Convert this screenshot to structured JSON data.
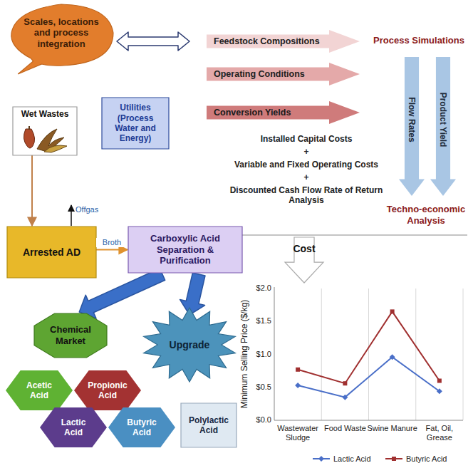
{
  "diagram": {
    "nodes": [
      {
        "text": [
          "Scales, locations and process integration"
        ]
      },
      {
        "text": [
          "Feedstock Compositions"
        ]
      },
      {
        "text": [
          "Operating Conditions"
        ]
      },
      {
        "text": [
          "Conversion Yields"
        ]
      },
      {
        "text": [
          "Flow Rates"
        ]
      },
      {
        "text": [
          "Product Yield"
        ]
      },
      {
        "text": [
          "Wet Wastes"
        ]
      },
      {
        "text": [
          "Utilities (Process Water and Energy)"
        ]
      },
      {
        "text": [
          "Arrested AD"
        ]
      },
      {
        "text": [
          "Carboxylic Acid Separation & Purification"
        ]
      },
      {
        "text": [
          "Chemical Market"
        ]
      },
      {
        "text": [
          "Upgrade"
        ]
      },
      {
        "text": [
          "Acetic Acid"
        ]
      },
      {
        "text": [
          "Propionic Acid"
        ]
      },
      {
        "text": [
          "Lactic Acid"
        ]
      },
      {
        "text": [
          "Butyric Acid"
        ]
      },
      {
        "text": [
          "Polylactic Acid"
        ]
      },
      {
        "text": [
          "Cost"
        ]
      }
    ],
    "edges": [
      {
        "from": 0,
        "to": 1,
        "arrow": "both"
      },
      {
        "from": 6,
        "to": 8,
        "arrow": "to"
      },
      {
        "from": 8,
        "to": 9,
        "label": "Broth",
        "arrow": "to"
      },
      {
        "from": 9,
        "to": 10,
        "arrow": "to"
      },
      {
        "from": 9,
        "to": 11,
        "arrow": "to"
      }
    ],
    "labels": [
      "Process Simulations",
      "Installed Capital Costs",
      "+",
      "Variable and Fixed Operating Costs",
      "+",
      "Discounted Cash Flow Rate of Return Analysis",
      "Techno-economic Analysis",
      "Offgas",
      "$2.0",
      "$1.5",
      "$1.0",
      "$0.5",
      "$0.0",
      "Minimum Selling Price ($/kg)",
      "Wastewater Sludge",
      "Food Waste",
      "Swine Manure",
      "Fat, Oil, Grease"
    ],
    "legend": [
      {
        "text": "Lactic Acid"
      },
      {
        "text": "Butyric Acid"
      }
    ]
  }
}
